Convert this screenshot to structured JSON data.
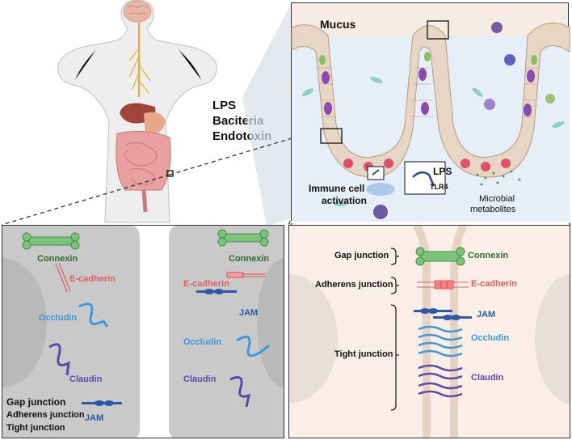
{
  "top_labels": {
    "mucus": "Mucus",
    "side_text_line1": "LPS",
    "side_text_line2": "Baciteria",
    "side_text_line3": "Endotoxin",
    "lps": "LPS",
    "tlr4": "TLR4",
    "immune_line1": "Immune cell",
    "immune_line2": "activation",
    "microbial_line1": "Microbial",
    "microbial_line2": "metabolites"
  },
  "left_panel": {
    "left_cell": {
      "connexin": "Connexin",
      "ecadherin": "E-cadherin",
      "occludin": "Occludin",
      "claudin": "Claudin",
      "legend_gap": "Gap junction",
      "legend_adherens": "Adherens junction",
      "legend_tight": "Tight junction",
      "jam": "JAM"
    },
    "right_cell": {
      "connexin": "Connexin",
      "ecadherin": "E-cadherin",
      "jam": "JAM",
      "occludin": "Occludin",
      "claudin": "Claudin"
    }
  },
  "right_panel": {
    "gap_junction": "Gap junction",
    "adherens_junction": "Adherens junction",
    "tight_junction": "Tight junction",
    "connexin": "Connexin",
    "ecadherin": "E-cadherin",
    "jam": "JAM",
    "occludin": "Occludin",
    "claudin": "Claudin"
  },
  "colors": {
    "connexin": "#7cc47c",
    "ecadherin": "#e06060",
    "occludin": "#3a9ad9",
    "claudin": "#5a4aa8",
    "jam": "#2b5aa8",
    "left_panel_bg": "#cfcfcf",
    "right_panel_bg": "#fbeee6",
    "intestine_panel_bg": "#f7ece4"
  }
}
